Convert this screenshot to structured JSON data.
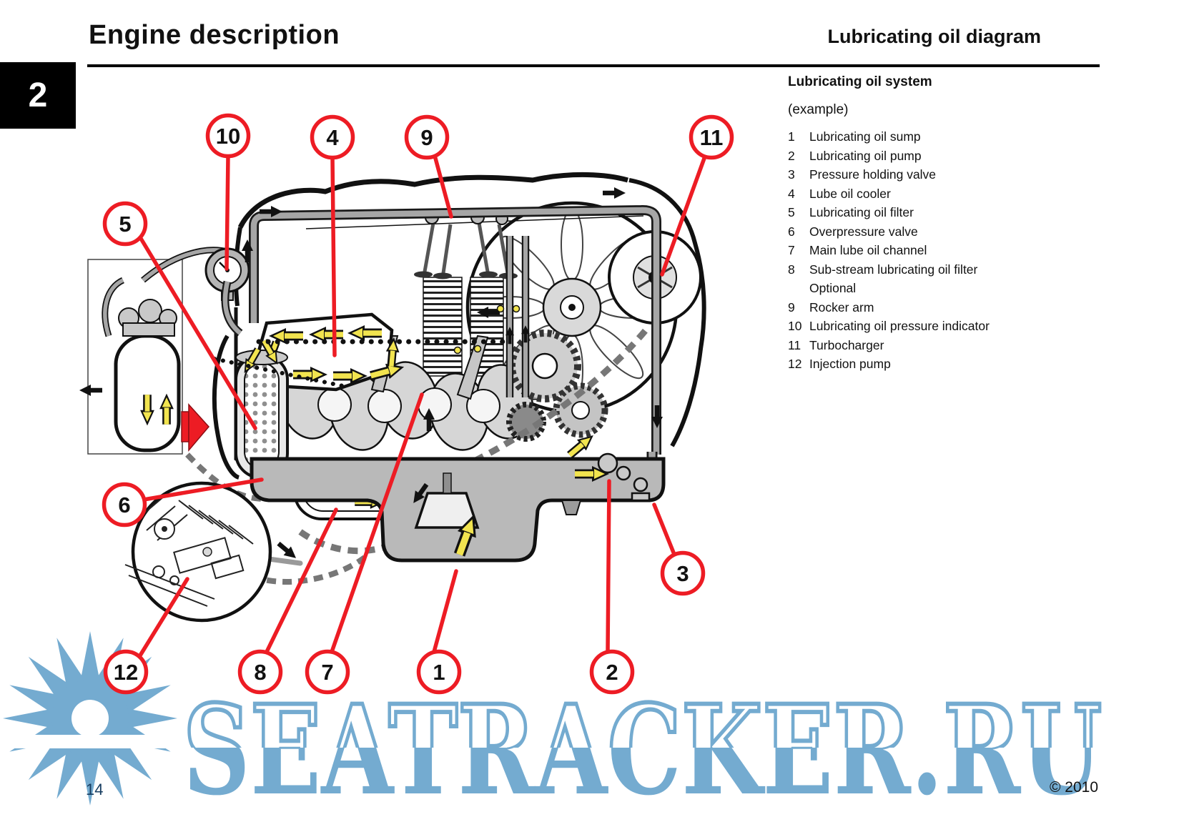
{
  "header": {
    "title": "Engine description",
    "subtitle": "Lubricating oil diagram",
    "chapter": "2"
  },
  "legend": {
    "title": "Lubricating oil system",
    "example": "(example)",
    "items": [
      {
        "num": "1",
        "label": "Lubricating oil sump"
      },
      {
        "num": "2",
        "label": "Lubricating oil pump"
      },
      {
        "num": "3",
        "label": "Pressure holding valve"
      },
      {
        "num": "4",
        "label": "Lube oil cooler"
      },
      {
        "num": "5",
        "label": "Lubricating oil filter"
      },
      {
        "num": "6",
        "label": "Overpressure valve"
      },
      {
        "num": "7",
        "label": "Main lube oil channel"
      },
      {
        "num": "8",
        "label": "Sub-stream lubricating oil filter"
      },
      {
        "num": "",
        "label": "Optional"
      },
      {
        "num": "9",
        "label": "Rocker arm"
      },
      {
        "num": "10",
        "label": "Lubricating oil pressure indicator"
      },
      {
        "num": "11",
        "label": "Turbocharger"
      },
      {
        "num": "12",
        "label": "Injection pump"
      }
    ]
  },
  "callouts": [
    {
      "num": "10"
    },
    {
      "num": "4"
    },
    {
      "num": "9"
    },
    {
      "num": "11"
    },
    {
      "num": "5"
    },
    {
      "num": "6"
    },
    {
      "num": "3"
    },
    {
      "num": "12"
    },
    {
      "num": "8"
    },
    {
      "num": "7"
    },
    {
      "num": "1"
    },
    {
      "num": "2"
    }
  ],
  "watermark": {
    "text": "SEATRACKER.RU"
  },
  "page": {
    "number": "14",
    "copyright": "© 2010"
  },
  "colors": {
    "callout_red": "#ed1c24",
    "flow_yellow": "#f2e44f",
    "watermark_blue": "#74abd0",
    "sump_gray": "#b9b9b9",
    "pipe_gray": "#a6a6a6"
  }
}
